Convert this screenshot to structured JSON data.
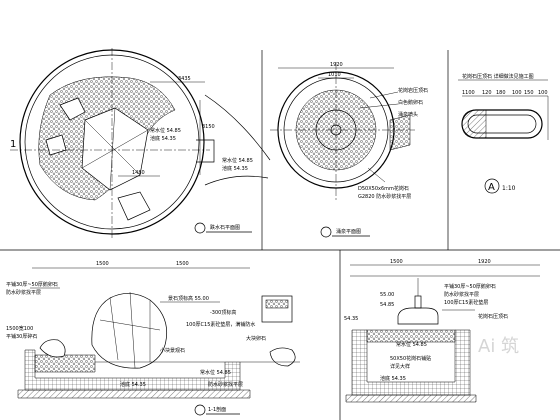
{
  "panels": {
    "plan1": {
      "title": "跌水石平面图",
      "section_mark": "1",
      "labels": {
        "dim_top": "3435",
        "dim_1480": "1480",
        "dim_3150": "3150",
        "level_water": "常水位 54.85",
        "level_pool": "池底 54.35",
        "level_water2": "常水位 54.85",
        "level_pool2": "池底 54.35"
      }
    },
    "plan2": {
      "title": "涌泉平面图",
      "labels": {
        "dim_top": "1920",
        "dim_mid": "1010",
        "note1": "花岗岩压顶石",
        "note2": "白色鹅卵石",
        "note3": "涌泉喷头",
        "note4": "D50X50x6mm花岗石",
        "note5": "G2820 防水砂浆找平层"
      }
    },
    "detail_a": {
      "title_mark": "A",
      "scale": "1:10",
      "labels": {
        "note": "花岗石压顶石 详细做法见施工图",
        "dim1": "1100",
        "dim2": "120",
        "dim3": "180",
        "dim4": "100",
        "dim5": "150",
        "dim6": "100"
      }
    },
    "section1": {
      "title": "1-1剖面",
      "labels": {
        "dim_top": "1500",
        "dim_mid": "1500",
        "note1": "平铺30厚~50厚鹅卵石",
        "note2": "防水砂浆找平层",
        "note3": "景石顶标高 55.00",
        "note4": "-300顶标高",
        "note5": "100厚C15素砼垫层，满铺防水",
        "note6": "大块卵石",
        "note7": "小块景观石",
        "note8": "池底 54.35",
        "note9": "防水砂浆找平层",
        "note10": "常水位 54.85",
        "dim_left": "1500宽100",
        "dim_left2": "平铺30厚碎石"
      }
    },
    "section2": {
      "title": "2-2剖面",
      "labels": {
        "dim_top1": "1500",
        "dim_top2": "1920",
        "note1": "平铺30厚~50厚鹅卵石",
        "note2": "防水砂浆找平层",
        "note3": "100厚C15素砼垫层",
        "note4": "花岗石压顶石",
        "note5": "常水位 54.85",
        "note6": "池底 54.35",
        "note7": "50X50花岗石铺贴",
        "note8": "详见大样",
        "level1": "54.85",
        "level2": "54.35",
        "level3": "55.00",
        "level4": "池底 54.35"
      }
    }
  },
  "watermark": "Ai 筑"
}
